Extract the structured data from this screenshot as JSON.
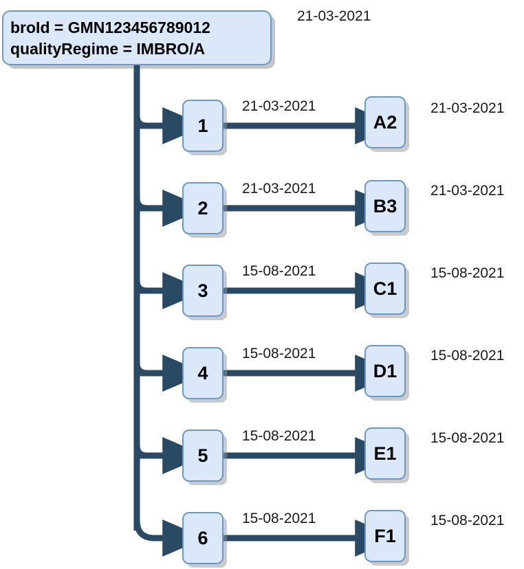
{
  "diagram": {
    "root": {
      "line1": "broId = GMN123456789012",
      "line2": "qualityRegime = IMBRO/A",
      "date_label": "21-03-2021"
    },
    "colors": {
      "node_fill": "#dae8f9",
      "node_border": "#6b96c8",
      "connector": "#2a4a63",
      "shadow": "#969696",
      "text": "#000000",
      "background": "#ffffff"
    },
    "rows": [
      {
        "left_label": "1",
        "edge_label": "21-03-2021",
        "right_label": "A2",
        "side_label": "21-03-2021"
      },
      {
        "left_label": "2",
        "edge_label": "21-03-2021",
        "right_label": "B3",
        "side_label": "21-03-2021"
      },
      {
        "left_label": "3",
        "edge_label": "15-08-2021",
        "right_label": "C1",
        "side_label": "15-08-2021"
      },
      {
        "left_label": "4",
        "edge_label": "15-08-2021",
        "right_label": "D1",
        "side_label": "15-08-2021"
      },
      {
        "left_label": "5",
        "edge_label": "15-08-2021",
        "right_label": "E1",
        "side_label": "15-08-2021"
      },
      {
        "left_label": "6",
        "edge_label": "15-08-2021",
        "right_label": "F1",
        "side_label": "15-08-2021"
      }
    ]
  }
}
